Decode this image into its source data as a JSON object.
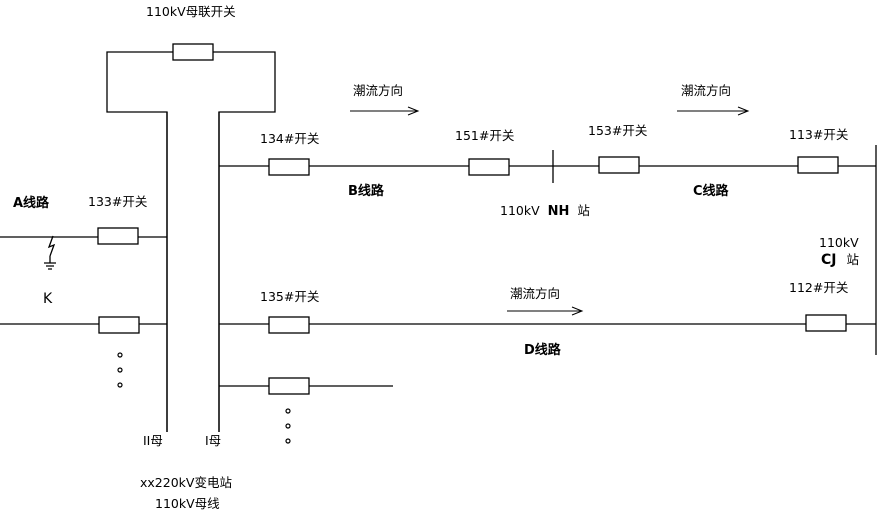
{
  "labels": {
    "bus_tie_switch": "110kV母联开关",
    "sw134": "134#开关",
    "sw151": "151#开关",
    "sw153": "153#开关",
    "sw113": "113#开关",
    "sw133": "133#开关",
    "sw135": "135#开关",
    "sw112": "112#开关",
    "flow1": "潮流方向",
    "flow2": "潮流方向",
    "flow3": "潮流方向",
    "line_a": "A线路",
    "line_b": "B线路",
    "line_c": "C线路",
    "line_d": "D线路",
    "nh_station_prefix": "110kV",
    "nh_station_name": "NH",
    "nh_station_suffix": "站",
    "cj_voltage": "110kV",
    "cj_name": "CJ",
    "cj_suffix": "站",
    "fault_k": "K",
    "bus_ii": "II母",
    "bus_i": "I母",
    "substation": "xx220kV变电站",
    "bus_110kv": "110kV母线"
  }
}
